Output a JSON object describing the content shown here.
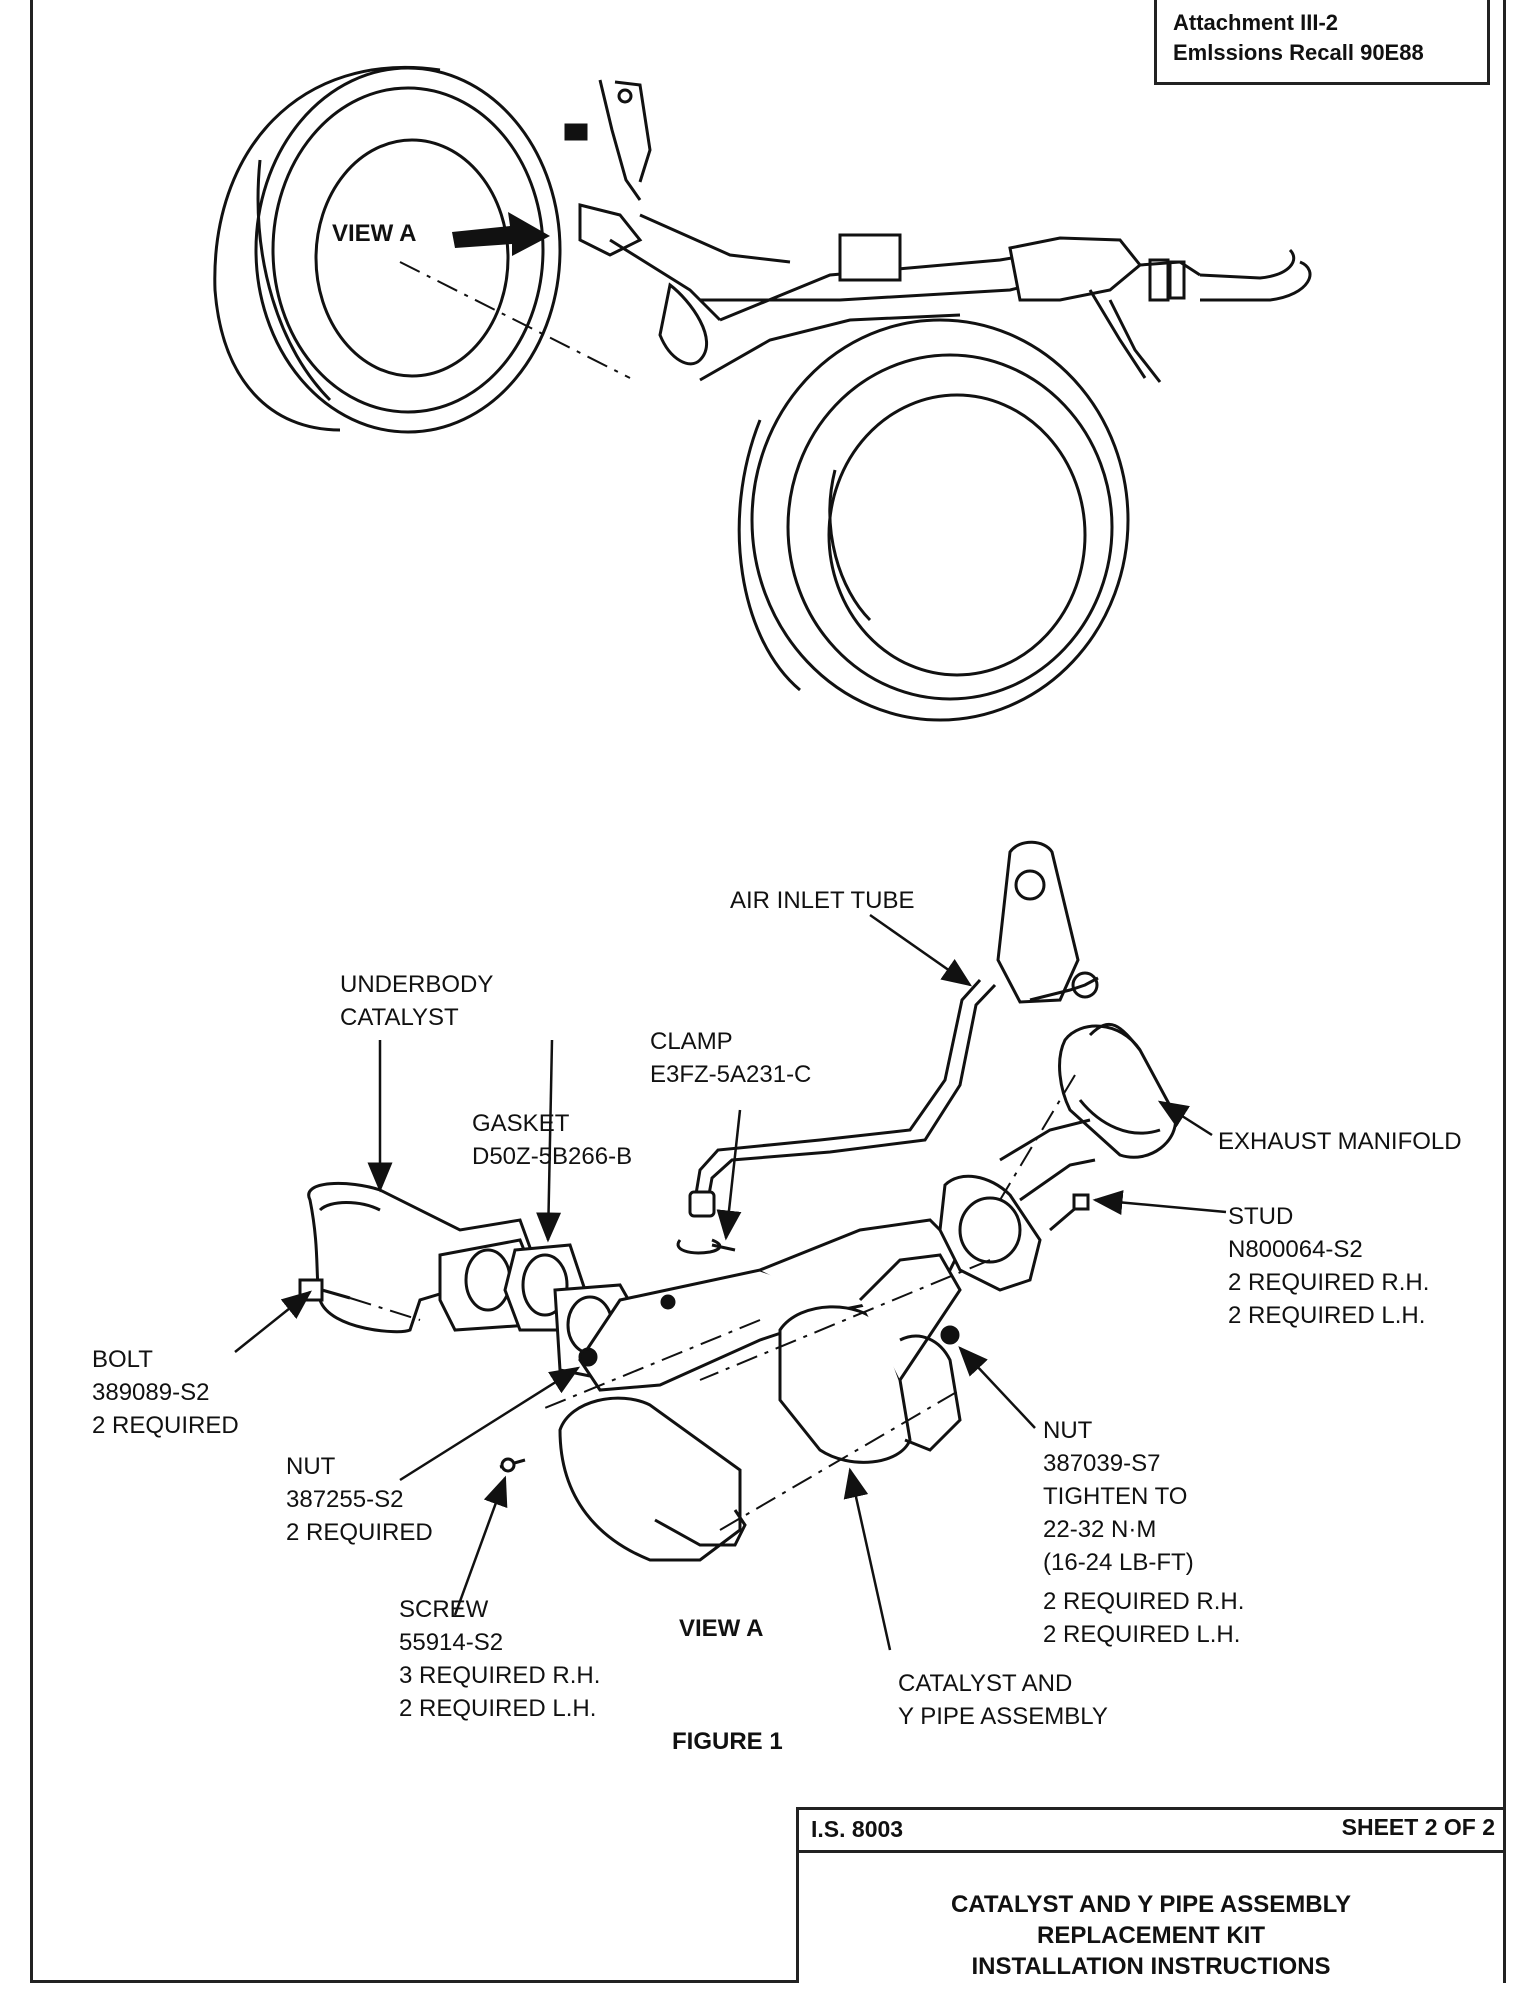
{
  "attachment": {
    "line1": "Attachment III-2",
    "line2": "Emlssions Recall 90E88"
  },
  "top_view": {
    "view_a_label": "VIEW A"
  },
  "callouts": {
    "air_inlet_tube": "AIR INLET TUBE",
    "underbody_catalyst": [
      "UNDERBODY",
      "CATALYST"
    ],
    "clamp": [
      "CLAMP",
      "E3FZ-5A231-C"
    ],
    "gasket": [
      "GASKET",
      "D50Z-5B266-B"
    ],
    "exhaust_manifold": "EXHAUST MANIFOLD",
    "stud": [
      "STUD",
      "N800064-S2",
      "2 REQUIRED R.H.",
      "2 REQUIRED L.H."
    ],
    "bolt": [
      "BOLT",
      "389089-S2",
      "2 REQUIRED"
    ],
    "nut_left": [
      "NUT",
      "387255-S2",
      "2 REQUIRED"
    ],
    "nut_right": [
      "NUT",
      "387039-S7",
      "TIGHTEN TO",
      "22-32 N·M",
      "(16-24 LB-FT)",
      "2 REQUIRED R.H.",
      "2 REQUIRED L.H."
    ],
    "screw": [
      "SCREW",
      "55914-S2",
      "3 REQUIRED R.H.",
      "2 REQUIRED L.H."
    ],
    "view_a": "VIEW A",
    "catalyst_y_pipe": [
      "CATALYST AND",
      "Y PIPE ASSEMBLY"
    ],
    "figure": "FIGURE 1"
  },
  "title_block": {
    "is_number": "I.S. 8003",
    "sheet": "SHEET 2 OF 2",
    "title_lines": [
      "CATALYST AND Y PIPE ASSEMBLY",
      "REPLACEMENT KIT",
      "INSTALLATION INSTRUCTIONS"
    ]
  }
}
